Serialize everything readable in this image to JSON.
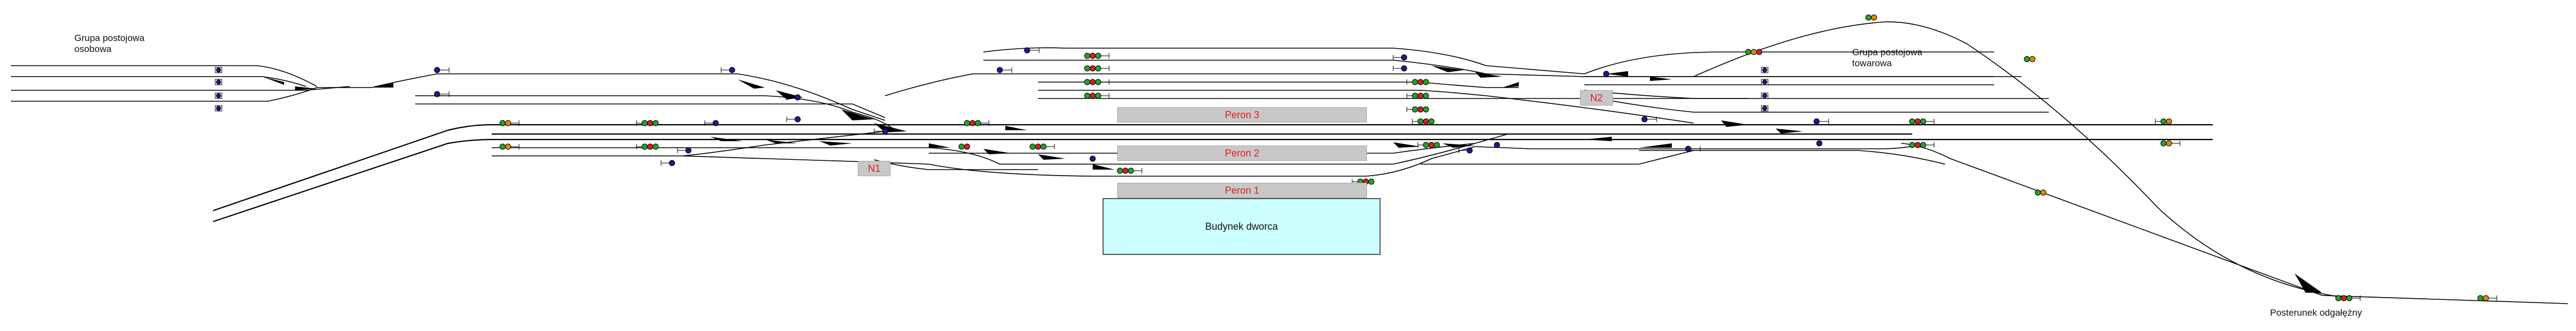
{
  "labels": {
    "passenger_group": "Grupa postojowa osobowa",
    "freight_group": "Grupa postojowa towarowa",
    "junction_post": "Posterunek odgałęźny",
    "n1": "N1",
    "n2": "N2",
    "building": "Budynek dworca"
  },
  "platforms": {
    "p1": "Peron 1",
    "p2": "Peron 2",
    "p3": "Peron 3"
  },
  "colors": {
    "track": "#000000",
    "platform": "#c8c8c8",
    "platform_text": "#e02020",
    "building": "#ccffff",
    "signal_green": "#2aa02a",
    "signal_red": "#d42020",
    "signal_orange": "#e08a00",
    "shunt_blue": "#1a1a8a",
    "shunt_white": "#ffffff"
  }
}
